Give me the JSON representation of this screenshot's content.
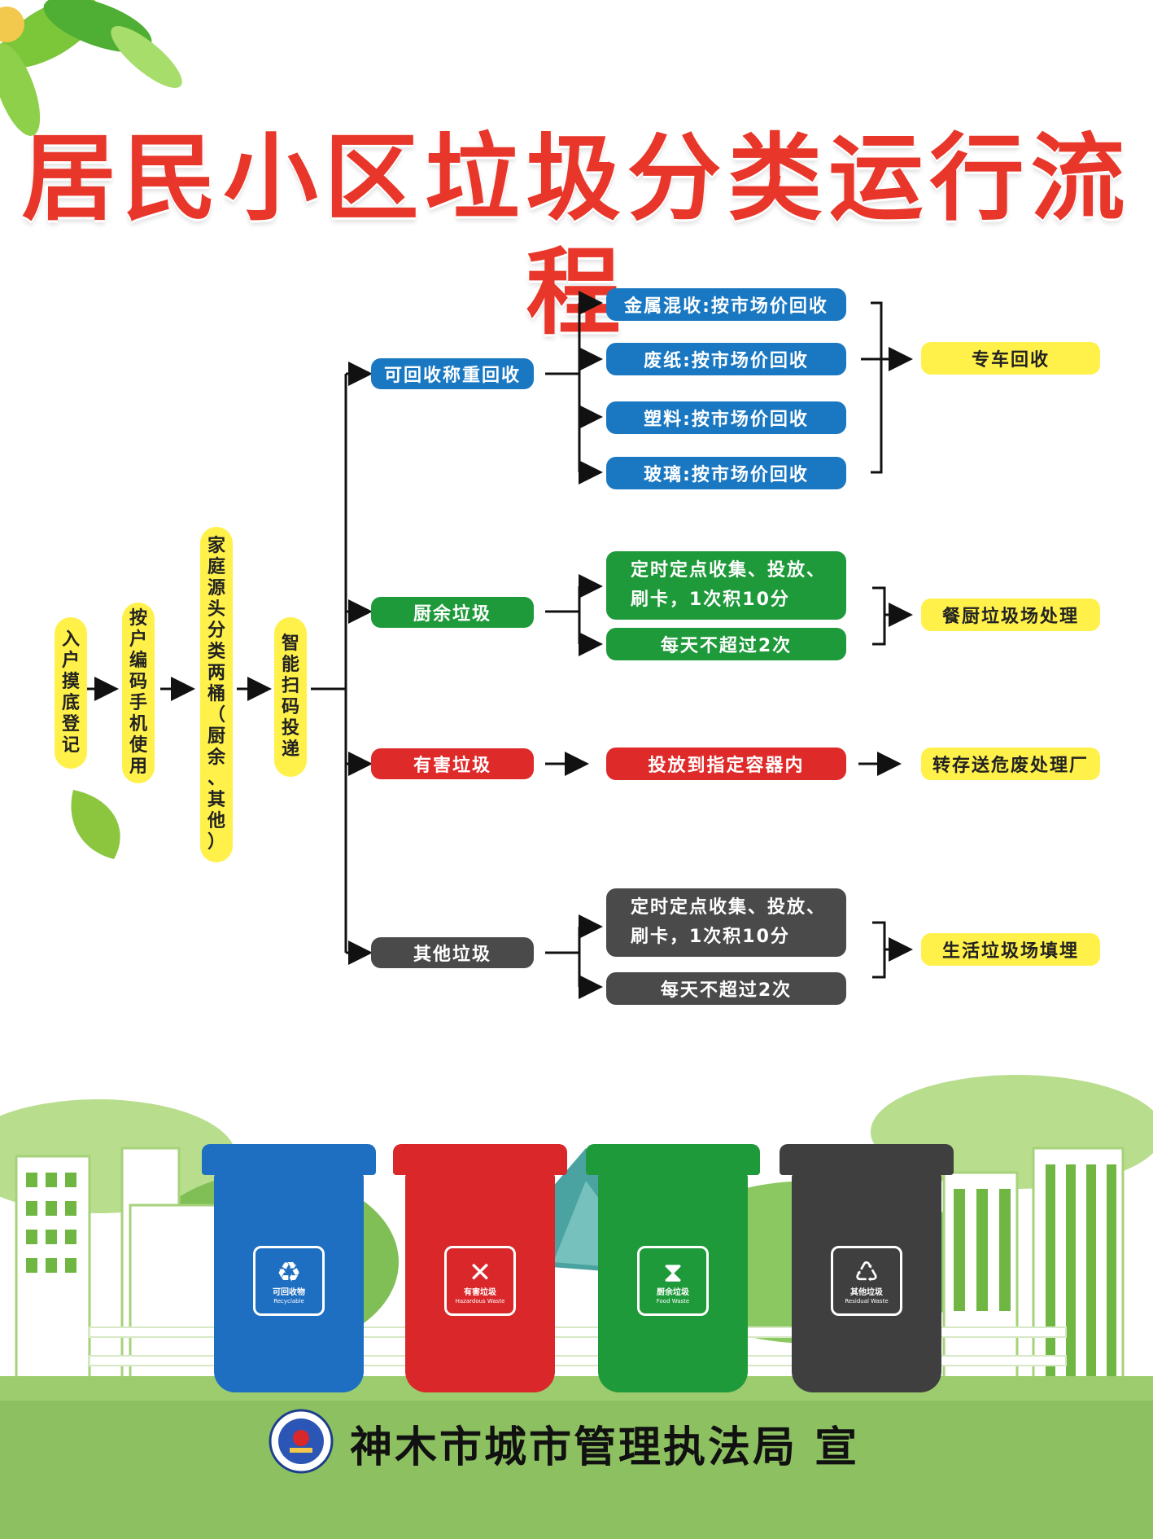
{
  "title": "居民小区垃圾分类运行流程",
  "steps": [
    {
      "text": "入户摸底登记"
    },
    {
      "text": "按户编码手机使用"
    },
    {
      "text": "家庭源头分类两桶（厨余、其他）"
    },
    {
      "text": "智能扫码投递"
    }
  ],
  "branches": {
    "recyclable": {
      "label": "可回收称重回收",
      "items": [
        "金属混收:按市场价回收",
        "废纸:按市场价回收",
        "塑料:按市场价回收",
        "玻璃:按市场价回收"
      ],
      "result": "专车回收"
    },
    "kitchen": {
      "label": "厨余垃圾",
      "item1_line1": "定时定点收集、投放、",
      "item1_line2": "刷卡，1次积10分",
      "item2": "每天不超过2次",
      "result": "餐厨垃圾场处理"
    },
    "hazardous": {
      "label": "有害垃圾",
      "item": "投放到指定容器内",
      "result": "转存送危废处理厂"
    },
    "other": {
      "label": "其他垃圾",
      "item1_line1": "定时定点收集、投放、",
      "item1_line2": "刷卡，1次积10分",
      "item2": "每天不超过2次",
      "result": "生活垃圾场填埋"
    }
  },
  "bins": [
    {
      "cn": "可回收物",
      "en": "Recyclable",
      "symbol": "♻",
      "color": "#1e6fc2",
      "icon": "recycle-icon"
    },
    {
      "cn": "有害垃圾",
      "en": "Hazardous Waste",
      "symbol": "✕",
      "color": "#d9272a",
      "icon": "hazardous-icon"
    },
    {
      "cn": "厨余垃圾",
      "en": "Food Waste",
      "symbol": "⧗",
      "color": "#1f9a3a",
      "icon": "food-waste-icon"
    },
    {
      "cn": "其他垃圾",
      "en": "Residual Waste",
      "symbol": "♺",
      "color": "#3f3f3f",
      "icon": "residual-icon"
    }
  ],
  "footer": "神木市城市管理执法局  宣",
  "colors": {
    "title": "#e8372a",
    "blue": "#1a78c2",
    "green": "#1f9a3a",
    "red": "#df2a2a",
    "gray": "#4a4a4a",
    "yellow": "#fff14a"
  }
}
